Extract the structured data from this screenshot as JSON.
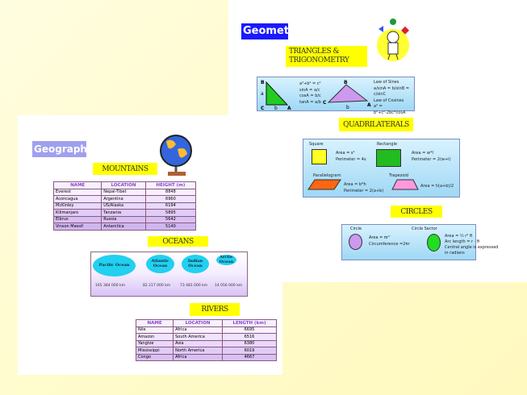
{
  "geometry": {
    "title": "Geometry",
    "triangles_label": "TRIANGLES & TRIGONOMETRY",
    "triangles": {
      "vertex_labels": [
        "B",
        "C",
        "A",
        "a",
        "b",
        "c"
      ],
      "formulas": [
        "a²+b² = c²",
        "sinA = a/c",
        "cosA = b/c",
        "tanA = a/b"
      ],
      "law_sines_title": "Law of Sines",
      "law_sines": "a/sinA = b/sinB = c/sinC",
      "law_cosines_title": "Law of Cosines",
      "law_cosines": "a² = b²+c²-2bc*cosA"
    },
    "quadrilaterals_label": "QUADRILATERALS",
    "quads": [
      {
        "name": "Square",
        "side": "s",
        "area": "Area = s²",
        "perimeter": "Perimeter = 4s"
      },
      {
        "name": "Rectangle",
        "side": "w",
        "area": "Area = w*l",
        "perimeter": "Perimeter = 2(w+l)"
      },
      {
        "name": "Parallelogram",
        "side": "b",
        "area": "Area = b*h",
        "perimeter": "Perimeter = 2(a+b)"
      },
      {
        "name": "Trapezoid",
        "side": "b",
        "area": "Area = h(a+b)/2",
        "perimeter": ""
      }
    ],
    "circles_label": "CIRCLES",
    "circles": [
      {
        "name": "Circle",
        "lines": [
          "Area = πr²",
          "Circumference =2πr"
        ]
      },
      {
        "name": "Circle Sector",
        "lines": [
          "Area = ½ r² θ",
          "Arc length = r · θ",
          "Central angle is expressed",
          "in radians"
        ]
      }
    ]
  },
  "geography": {
    "title": "Geography",
    "mountains_label": "MOUNTAINS",
    "mountains": {
      "headers": [
        "NAME",
        "LOCATION",
        "HEIGHT (m)"
      ],
      "rows": [
        [
          "Everest",
          "Nepal-Tibet",
          "8848"
        ],
        [
          "Aconcagua",
          "Argentina",
          "6960"
        ],
        [
          "McKinley",
          "US/Alaska",
          "6194"
        ],
        [
          "Kilimanjaro",
          "Tanzania",
          "5895"
        ],
        [
          "Elbrus",
          "Russia",
          "5642"
        ],
        [
          "Vinson Massif",
          "Antarctica",
          "5140"
        ]
      ]
    },
    "oceans_label": "OCEANS",
    "oceans": [
      {
        "name": "Pacific Ocean",
        "area": "165 384 000 km"
      },
      {
        "name": "Atlantic Ocean",
        "area": "82 217 000 km"
      },
      {
        "name": "Indian Ocean",
        "area": "73 481 000 km"
      },
      {
        "name": "Arctic Ocean",
        "area": "14 056 000 km"
      }
    ],
    "rivers_label": "RIVERS",
    "rivers": {
      "headers": [
        "NAME",
        "LOCATION",
        "LENGTH (km)"
      ],
      "rows": [
        [
          "Nile",
          "Africa",
          "6695"
        ],
        [
          "Amazon",
          "South America",
          "6516"
        ],
        [
          "Yangtze",
          "Asia",
          "6380"
        ],
        [
          "Mississippi",
          "North America",
          "6019"
        ],
        [
          "Congo",
          "Africa",
          "4667"
        ]
      ]
    }
  }
}
